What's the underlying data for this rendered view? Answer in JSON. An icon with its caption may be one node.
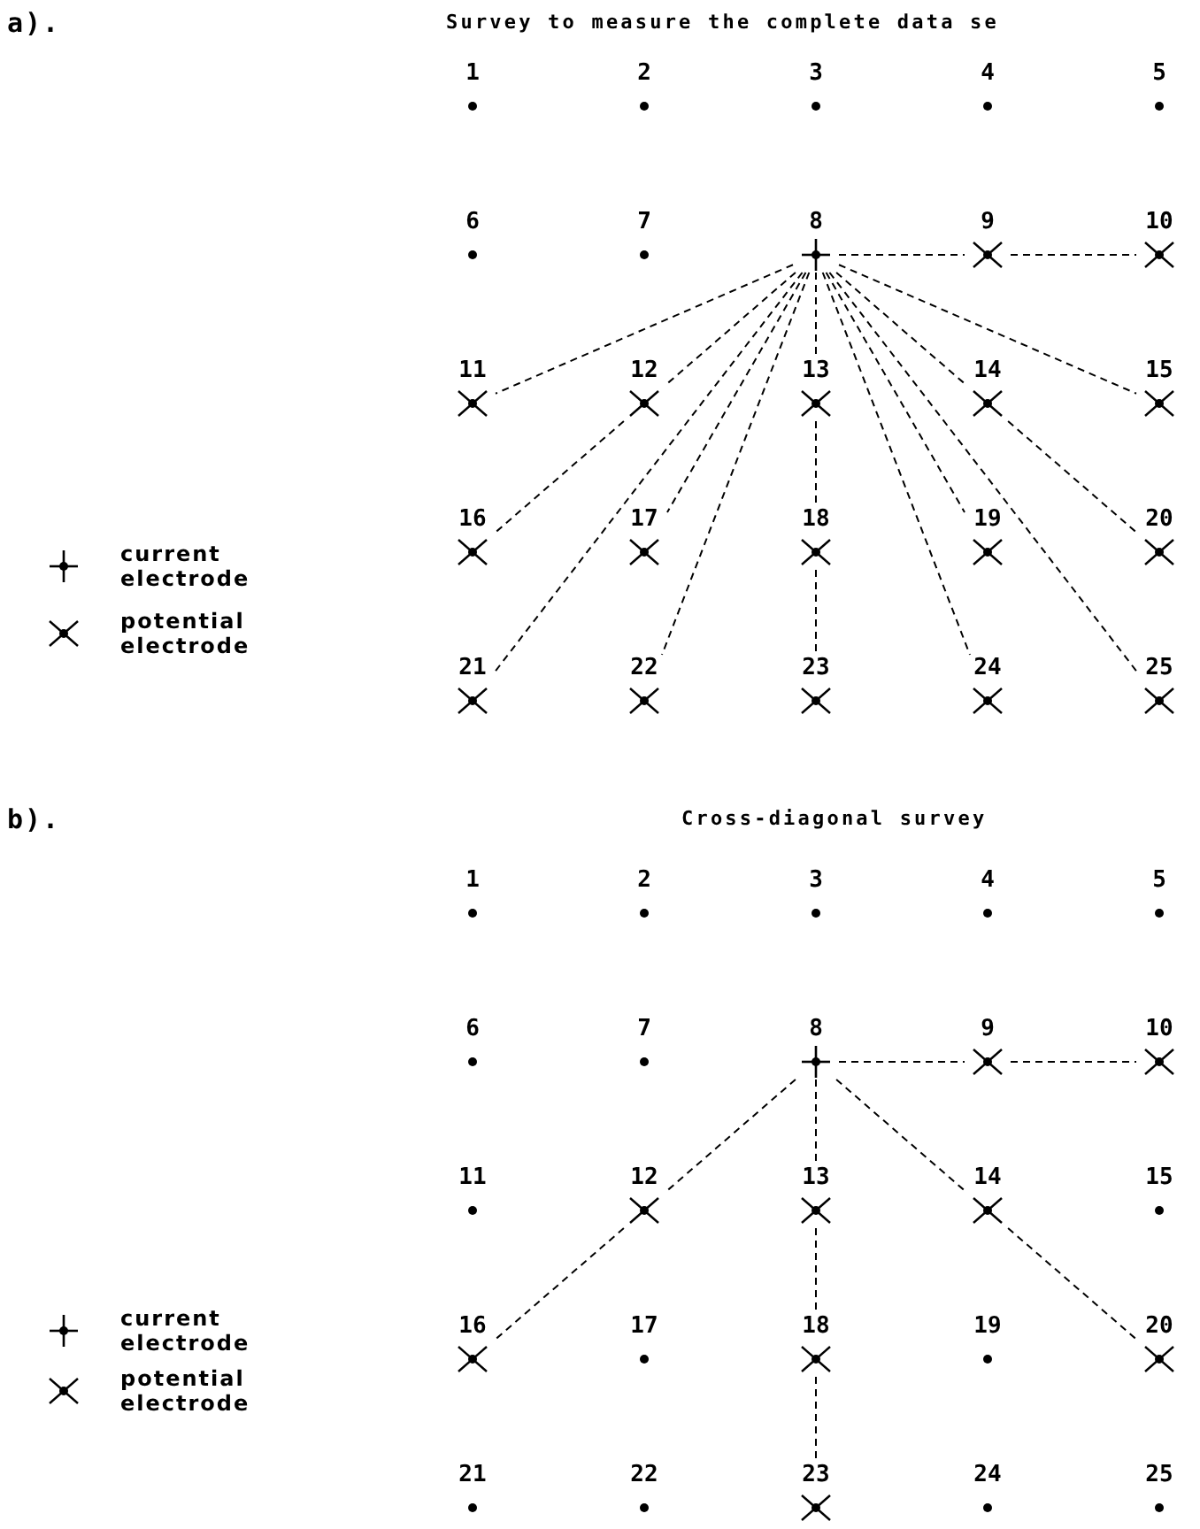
{
  "diagram": {
    "nodes": [
      {
        "text": [
          "1"
        ]
      },
      {
        "text": [
          "2"
        ]
      },
      {
        "text": [
          "3"
        ]
      },
      {
        "text": [
          "4"
        ]
      },
      {
        "text": [
          "5"
        ]
      },
      {
        "text": [
          "6"
        ]
      },
      {
        "text": [
          "7"
        ]
      },
      {
        "text": [
          "8"
        ]
      },
      {
        "text": [
          "9"
        ]
      },
      {
        "text": [
          "10"
        ]
      },
      {
        "text": [
          "11"
        ]
      },
      {
        "text": [
          "12"
        ]
      },
      {
        "text": [
          "13"
        ]
      },
      {
        "text": [
          "14"
        ]
      },
      {
        "text": [
          "15"
        ]
      },
      {
        "text": [
          "16"
        ]
      },
      {
        "text": [
          "17"
        ]
      },
      {
        "text": [
          "18"
        ]
      },
      {
        "text": [
          "19"
        ]
      },
      {
        "text": [
          "20"
        ]
      },
      {
        "text": [
          "21"
        ]
      },
      {
        "text": [
          "22"
        ]
      },
      {
        "text": [
          "23"
        ]
      },
      {
        "text": [
          "24"
        ]
      },
      {
        "text": [
          "25"
        ]
      },
      {
        "text": [
          "1"
        ]
      },
      {
        "text": [
          "2"
        ]
      },
      {
        "text": [
          "3"
        ]
      },
      {
        "text": [
          "4"
        ]
      },
      {
        "text": [
          "5"
        ]
      },
      {
        "text": [
          "6"
        ]
      },
      {
        "text": [
          "7"
        ]
      },
      {
        "text": [
          "8"
        ]
      },
      {
        "text": [
          "9"
        ]
      },
      {
        "text": [
          "10"
        ]
      },
      {
        "text": [
          "11"
        ]
      },
      {
        "text": [
          "12"
        ]
      },
      {
        "text": [
          "13"
        ]
      },
      {
        "text": [
          "14"
        ]
      },
      {
        "text": [
          "15"
        ]
      },
      {
        "text": [
          "16"
        ]
      },
      {
        "text": [
          "17"
        ]
      },
      {
        "text": [
          "18"
        ]
      },
      {
        "text": [
          "19"
        ]
      },
      {
        "text": [
          "20"
        ]
      },
      {
        "text": [
          "21"
        ]
      },
      {
        "text": [
          "22"
        ]
      },
      {
        "text": [
          "23"
        ]
      },
      {
        "text": [
          "24"
        ]
      },
      {
        "text": [
          "25"
        ]
      }
    ],
    "edges": [
      {
        "from": 7,
        "to": 8,
        "arrow": "none",
        "style": "dashed"
      },
      {
        "from": 8,
        "to": 9,
        "arrow": "none",
        "style": "dashed"
      },
      {
        "from": 7,
        "to": 10,
        "arrow": "none",
        "style": "dashed"
      },
      {
        "from": 7,
        "to": 11,
        "arrow": "none",
        "style": "dashed"
      },
      {
        "from": 7,
        "to": 12,
        "arrow": "none",
        "style": "dashed"
      },
      {
        "from": 7,
        "to": 13,
        "arrow": "none",
        "style": "dashed"
      },
      {
        "from": 7,
        "to": 14,
        "arrow": "none",
        "style": "dashed"
      },
      {
        "from": 11,
        "to": 15,
        "arrow": "none",
        "style": "dashed"
      },
      {
        "from": 7,
        "to": 16,
        "arrow": "none",
        "style": "dashed"
      },
      {
        "from": 12,
        "to": 17,
        "arrow": "none",
        "style": "dashed"
      },
      {
        "from": 7,
        "to": 18,
        "arrow": "none",
        "style": "dashed"
      },
      {
        "from": 13,
        "to": 19,
        "arrow": "none",
        "style": "dashed"
      },
      {
        "from": 7,
        "to": 20,
        "arrow": "none",
        "style": "dashed"
      },
      {
        "from": 7,
        "to": 21,
        "arrow": "none",
        "style": "dashed"
      },
      {
        "from": 17,
        "to": 22,
        "arrow": "none",
        "style": "dashed"
      },
      {
        "from": 7,
        "to": 23,
        "arrow": "none",
        "style": "dashed"
      },
      {
        "from": 7,
        "to": 24,
        "arrow": "none",
        "style": "dashed"
      },
      {
        "from": 32,
        "to": 33,
        "arrow": "none",
        "style": "dashed"
      },
      {
        "from": 33,
        "to": 34,
        "arrow": "none",
        "style": "dashed"
      },
      {
        "from": 32,
        "to": 36,
        "arrow": "none",
        "style": "dashed"
      },
      {
        "from": 36,
        "to": 40,
        "arrow": "none",
        "style": "dashed"
      },
      {
        "from": 32,
        "to": 37,
        "arrow": "none",
        "style": "dashed"
      },
      {
        "from": 37,
        "to": 42,
        "arrow": "none",
        "style": "dashed"
      },
      {
        "from": 42,
        "to": 47,
        "arrow": "none",
        "style": "dashed"
      },
      {
        "from": 32,
        "to": 38,
        "arrow": "none",
        "style": "dashed"
      },
      {
        "from": 38,
        "to": 44,
        "arrow": "none",
        "style": "dashed"
      }
    ],
    "labels": [
      "a).",
      "Survey to measure the complete data se",
      "b).",
      "Cross-diagonal survey"
    ],
    "legend": [
      {
        "text": "current electrode"
      },
      {
        "text": "potential electrode"
      },
      {
        "text": "current electrode"
      },
      {
        "text": "potential electrode"
      }
    ]
  }
}
